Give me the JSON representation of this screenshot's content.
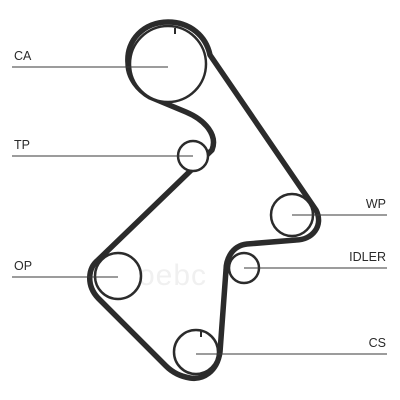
{
  "labels": {
    "ca": "CA",
    "tp": "TP",
    "op": "OP",
    "wp": "WP",
    "idler": "IDLER",
    "cs": "CS"
  },
  "watermark": "oebc",
  "colors": {
    "belt": "#2b2b2b",
    "line": "#3a3a3a",
    "watermark": "#f0f0f0"
  }
}
